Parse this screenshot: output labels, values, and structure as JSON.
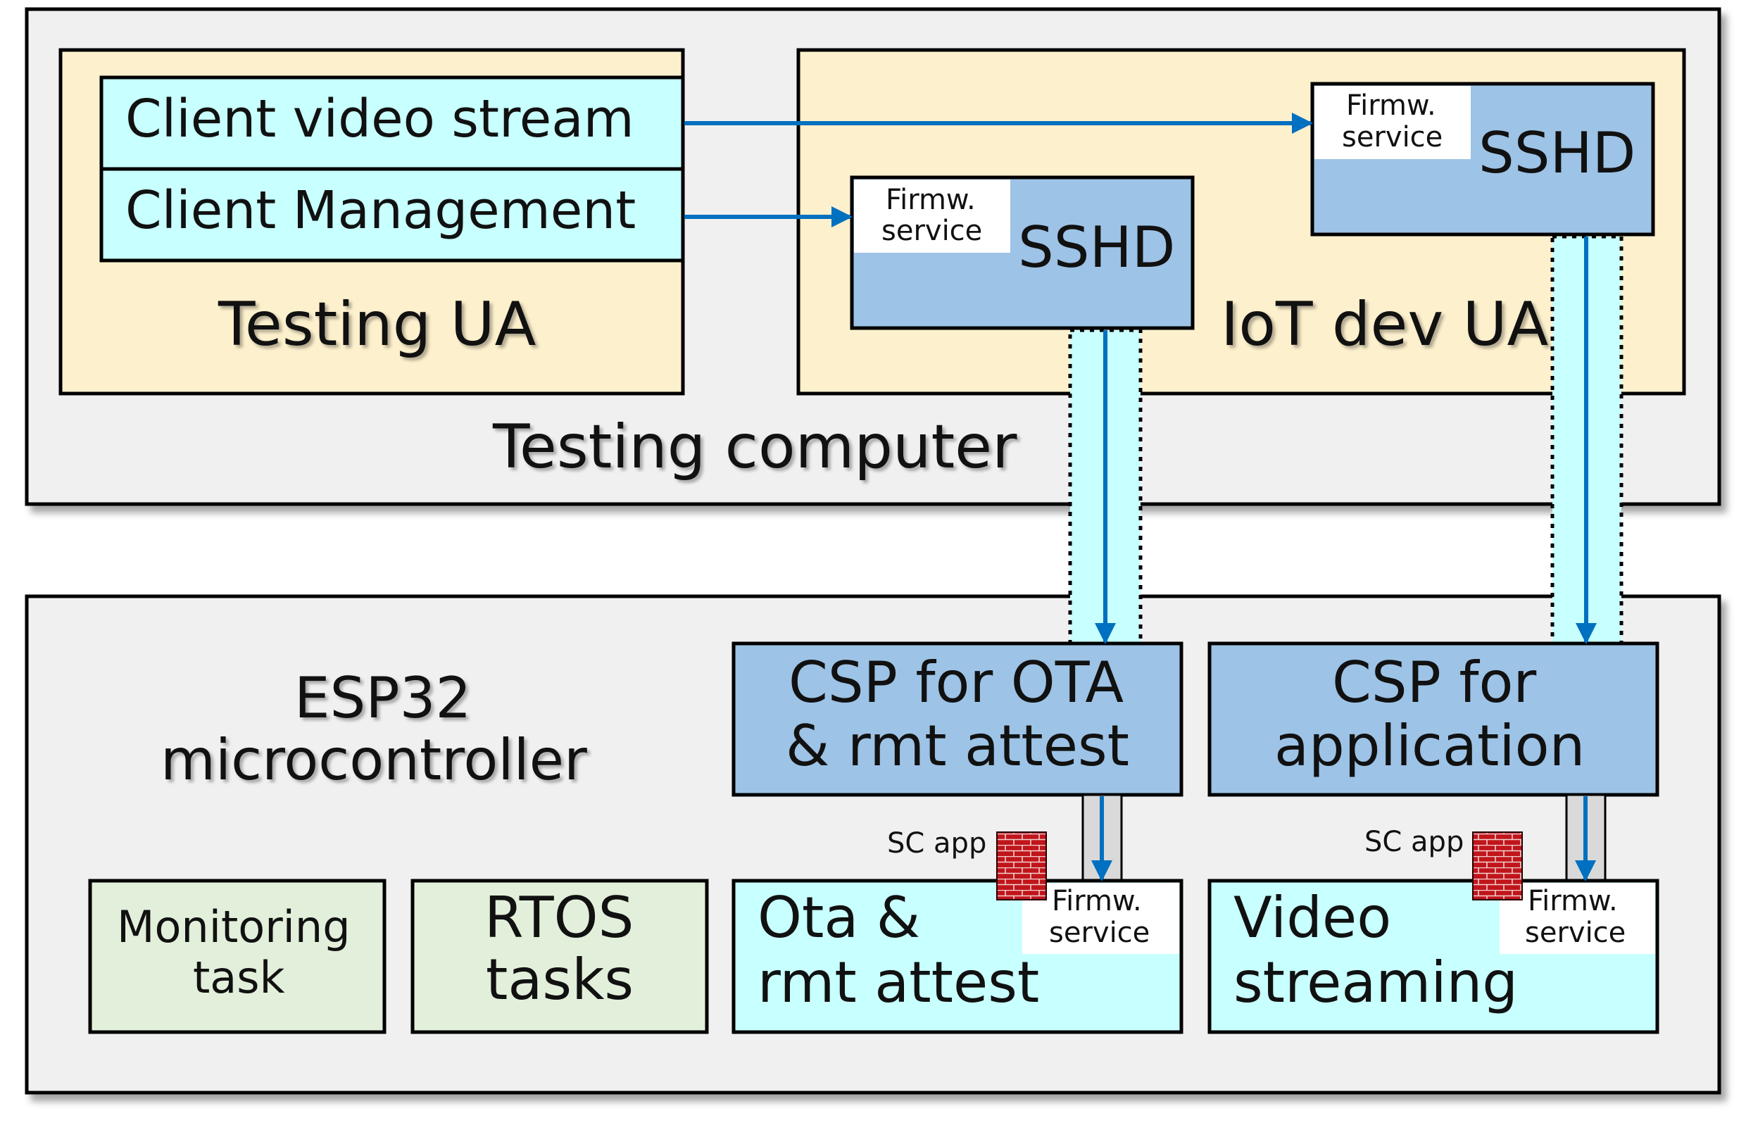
{
  "testing_computer": {
    "label": "Testing computer"
  },
  "testing_ua": {
    "label": "Testing UA",
    "client_video": "Client video stream",
    "client_mgmt": "Client Management"
  },
  "iot_ua": {
    "label": "IoT dev UA",
    "sshd_upper": {
      "label": "SSHD",
      "firmw_line1": "Firmw.",
      "firmw_line2": "service"
    },
    "sshd_lower": {
      "label": "SSHD",
      "firmw_line1": "Firmw.",
      "firmw_line2": "service"
    }
  },
  "esp32": {
    "label_line1": "ESP32",
    "label_line2": "microcontroller",
    "csp_ota": {
      "line1": "CSP for OTA",
      "line2": "& rmt attest"
    },
    "csp_app": {
      "line1": "CSP for",
      "line2": "application"
    },
    "ota_app": {
      "line1": "Ota &",
      "line2": "rmt attest",
      "sc_label": "SC app",
      "firmw_line1": "Firmw.",
      "firmw_line2": "service"
    },
    "video_app": {
      "line1": "Video",
      "line2": "streaming",
      "sc_label": "SC app",
      "firmw_line1": "Firmw.",
      "firmw_line2": "service"
    },
    "monitoring": {
      "line1": "Monitoring",
      "line2": "task"
    },
    "rtos": {
      "line1": "RTOS",
      "line2": "tasks"
    }
  },
  "colors": {
    "frame_fill": "#f0f0f0",
    "ua_fill": "#fdf0cd",
    "client_fill": "#c8ffff",
    "sshd_fill": "#9dc3e6",
    "app_fill": "#c8ffff",
    "task_fill": "#e2efda",
    "arrow": "#0070c0",
    "firewall": "#c0151b"
  }
}
